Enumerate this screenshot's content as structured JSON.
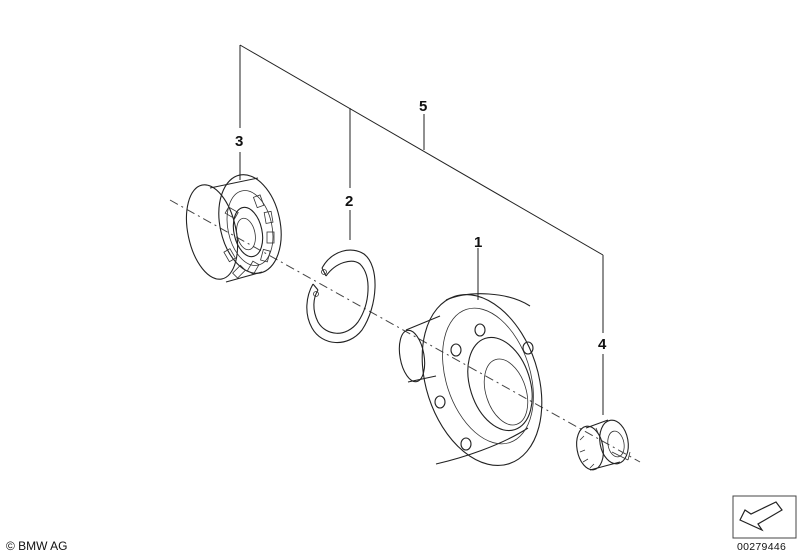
{
  "callouts": {
    "hub": "1",
    "circlip": "2",
    "bearing": "3",
    "collar_nut": "4",
    "assembly_set": "5"
  },
  "footer": {
    "copyright": "© BMW AG",
    "document_number": "00279446"
  },
  "icons": {
    "view_arrow": "navigation-arrow-icon"
  }
}
